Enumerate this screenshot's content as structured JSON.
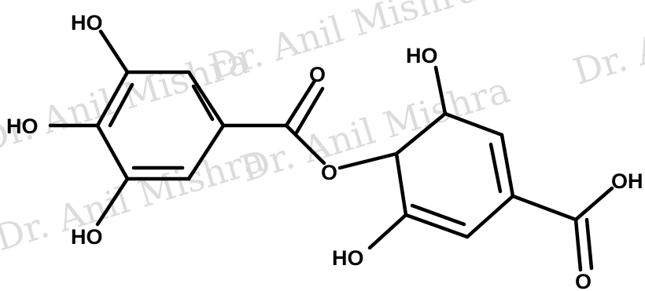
{
  "watermark": "Dr. Anil Mishra",
  "watermark_color": "#dcdcdc",
  "bond_color": "#000000",
  "atoms": {
    "ho_top_left": "HO",
    "ho_mid_left": "HO",
    "ho_bottom_left": "HO",
    "o_carbonyl_left": "O",
    "o_ester": "O",
    "ho_top_right": "HO",
    "ho_bottom_right": "HO",
    "oh_acid": "OH",
    "o_carbonyl_right": "O"
  }
}
